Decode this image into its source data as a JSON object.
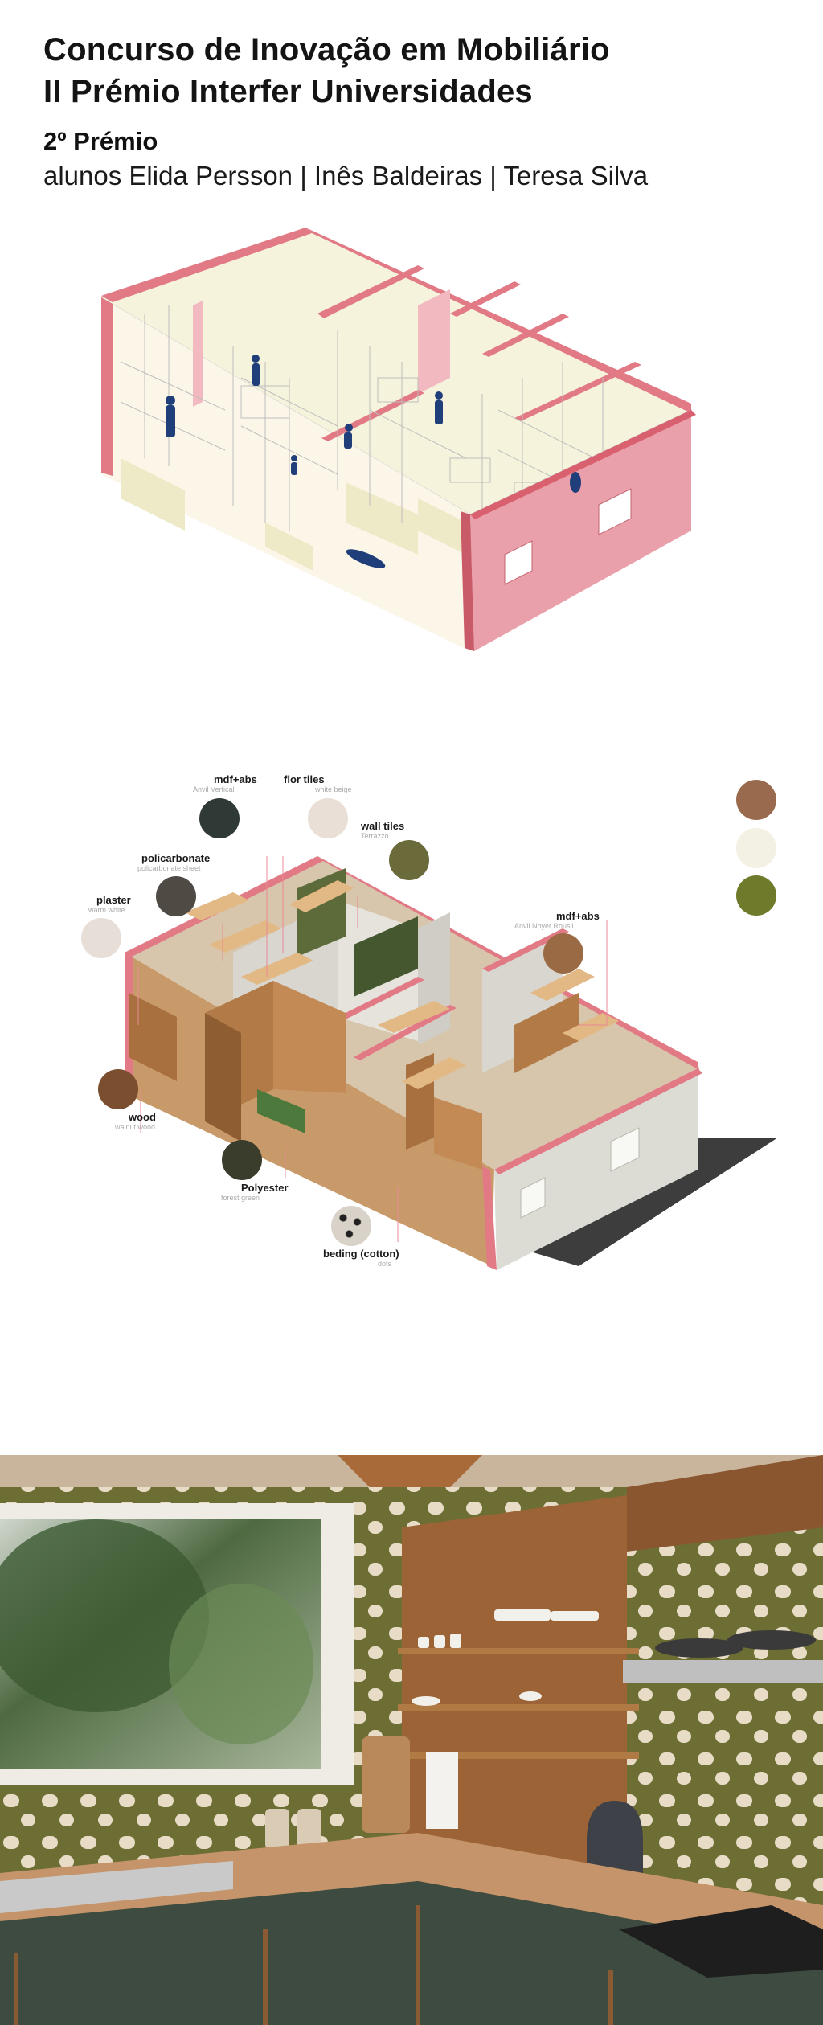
{
  "header": {
    "title_line1": "Concurso de Inovação em Mobiliário",
    "title_line2": "II Prémio Interfer Universidades",
    "prize": "2º Prémio",
    "students": "alunos Elida Persson | Inês Baldeiras | Teresa Silva"
  },
  "materials": [
    {
      "id": "mdf-abs-dark",
      "label": "mdf+abs",
      "sub": "Anvil Vertical",
      "color": "#2f3a36"
    },
    {
      "id": "flor-tiles",
      "label": "flor tiles",
      "sub": "white beige",
      "color": "#e9dfd6"
    },
    {
      "id": "wall-tiles",
      "label": "wall tiles",
      "sub": "Terrazzo",
      "color": "#6b6a3a"
    },
    {
      "id": "policarbonate",
      "label": "policarbonate",
      "sub": "policarbonate sheet",
      "color": "#4f4a44"
    },
    {
      "id": "plaster",
      "label": "plaster",
      "sub": "warm white",
      "color": "#e8ded8"
    },
    {
      "id": "mdf-abs-wood",
      "label": "mdf+abs",
      "sub": "Anvil Noyer Rousil",
      "color": "#9a6a45"
    },
    {
      "id": "wood",
      "label": "wood",
      "sub": "walnut wood",
      "color": "#7a4e2e"
    },
    {
      "id": "polyester",
      "label": "Polyester",
      "sub": "forest green",
      "color": "#3a3d2c"
    },
    {
      "id": "beding",
      "label": "beding (cotton)",
      "sub": "dots",
      "color": "#d8d2c8"
    }
  ],
  "palette": {
    "swatches": [
      "#9a6a4e",
      "#f3f0e4",
      "#6f7a2a"
    ]
  },
  "colors": {
    "wall_pink": "#e27a86",
    "wall_pink_light": "#f2b9c1",
    "floor_yellow": "#eee9c6",
    "figure_blue": "#1f3e7a",
    "tile_green": "#6c6e34",
    "wood": "#a8703e"
  }
}
